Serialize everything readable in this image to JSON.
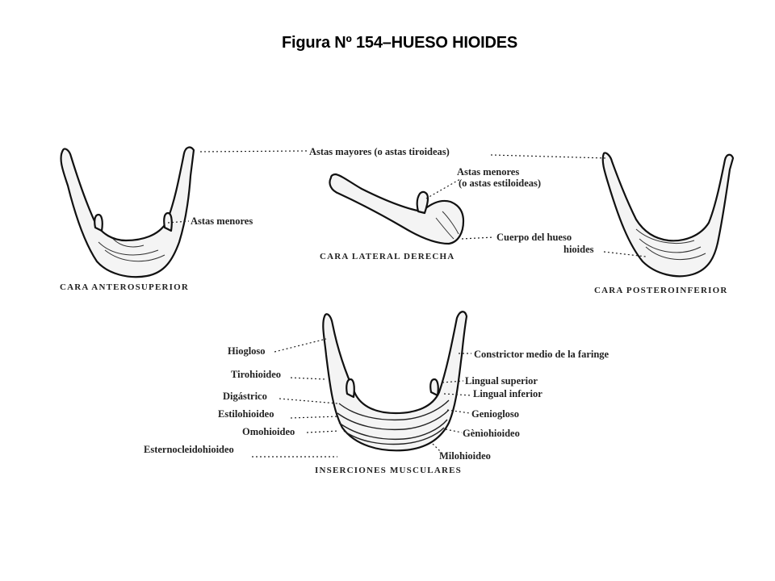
{
  "title": "Figura Nº 154–HUESO HIOIDES",
  "views": {
    "anterosuperior": "CARA ANTEROSUPERIOR",
    "lateral": "CARA LATERAL DERECHA",
    "posteroinferior": "CARA POSTEROINFERIOR",
    "insertions": "INSERCIONES MUSCULARES"
  },
  "labels": {
    "astas_mayores": "Astas mayores (o astas tiroideas)",
    "astas_menores_line1": "Astas menores",
    "astas_menores_line2": "(o astas estiloideas)",
    "astas_menores_short": "Astas menores",
    "cuerpo_line1": "Cuerpo del hueso",
    "cuerpo_line2": "hioides"
  },
  "muscles_left": [
    "Hiogloso",
    "Tirohioideo",
    "Digástrico",
    "Estilohioideo",
    "Omohioideo",
    "Esternocleidohioideo"
  ],
  "muscles_right": [
    "Constrictor medio de la faringe",
    "Lingual superior",
    "Lingual inferior",
    "Geniogloso",
    "Gènìohioideo",
    "Milohioideo"
  ]
}
